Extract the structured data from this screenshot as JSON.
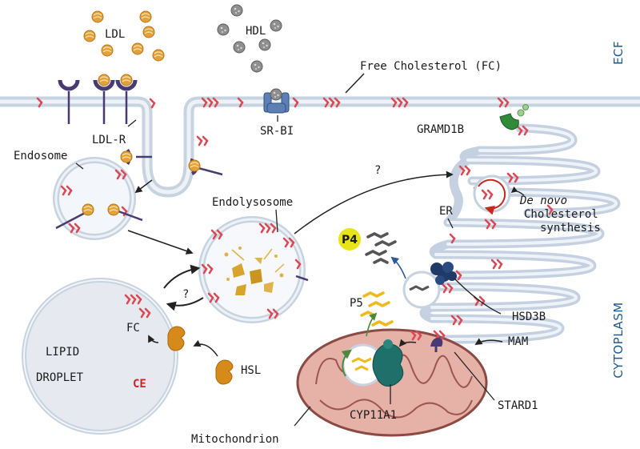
{
  "labels": {
    "ecf": "ECF",
    "cytoplasm": "CYTOPLASM",
    "ldl": "LDL",
    "hdl": "HDL",
    "free_cholesterol": "Free Cholesterol (FC)",
    "ldl_r": "LDL-R",
    "sr_bi": "SR-BI",
    "gramd1b": "GRAMD1B",
    "endosome": "Endosome",
    "endolysosome": "Endolysosome",
    "question_top": "?",
    "question_left": "?",
    "de_novo": "De novo",
    "cholesterol": "Cholesterol",
    "synthesis": "synthesis",
    "er": "ER",
    "p4": "P4",
    "p5": "P5",
    "hsd3b": "HSD3B",
    "mam": "MAM",
    "fc": "FC",
    "lipid": "LIPID",
    "droplet": "DROPLET",
    "ce": "CE",
    "hsl": "HSL",
    "stard1": "STARD1",
    "cyp11a1": "CYP11A1",
    "mitochondrion": "Mitochondrion"
  },
  "colors": {
    "membrane": "#c7d3e0",
    "cholesterol": "#d94a55",
    "ldl_particle": "#e3a13a",
    "hdl_particle": "#8a8a8a",
    "receptor": "#4a3a72",
    "er": "#d6e0ec",
    "mitochondrion": "#e6b1a6",
    "enzyme": "#1f6f6a",
    "hsd3b_enzyme": "#1f3a66",
    "hsl": "#d58a1a",
    "side_text": "#1f5a8e",
    "p4_badge": "#e8e41a"
  }
}
